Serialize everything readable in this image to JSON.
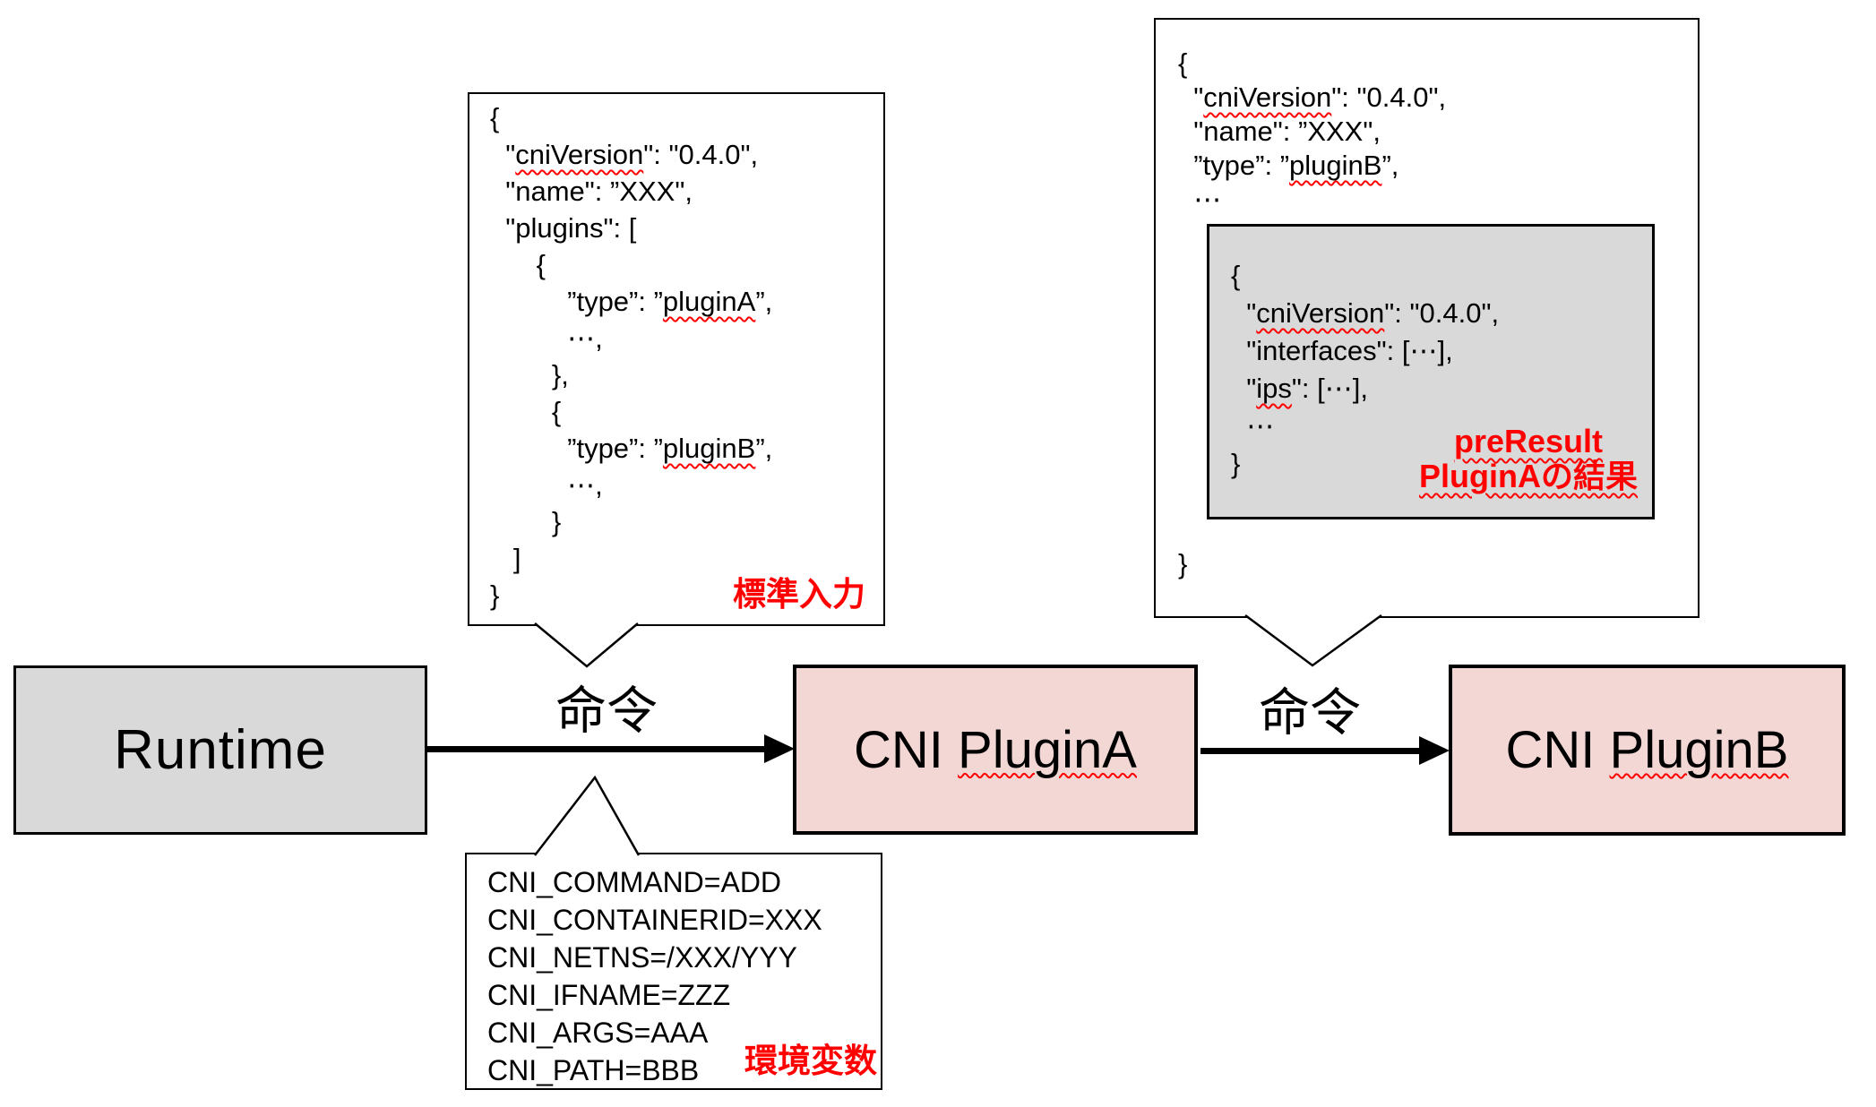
{
  "colors": {
    "node_gray": "#d9d9d9",
    "node_pink": "#f2d7d5",
    "annotation_red": "#ff0000",
    "border_black": "#000000"
  },
  "nodes": {
    "runtime": {
      "label": "Runtime"
    },
    "plugin_a": {
      "label": "CNI PluginA"
    },
    "plugin_b": {
      "label": "CNI PluginB"
    }
  },
  "arrows": {
    "command1_label": "命令",
    "command2_label": "命令"
  },
  "callout_stdin": {
    "tag": "標準入力",
    "lines": [
      "{",
      "  \"cniVersion\": \"0.4.0\",",
      "  \"name\": ”XXX\",",
      "  \"plugins\": [",
      "      {",
      "          ”type”: ”pluginA”,",
      "          ⋯,",
      "        },",
      "        {",
      "          ”type”: ”pluginB”,",
      "          ⋯,",
      "        }",
      "   ]",
      "}"
    ]
  },
  "callout_result": {
    "lines": [
      "{",
      "  \"cniVersion\": \"0.4.0\",",
      "  \"name\": ”XXX\",",
      "  ”type”: ”pluginB”,",
      "  ⋯"
    ],
    "closing": "}",
    "inner": {
      "lines": [
        "{",
        "  \"cniVersion\": \"0.4.0\",",
        "  \"interfaces\": [⋯],",
        "  \"ips\": [⋯],",
        "  ⋯",
        "}"
      ],
      "tag_line1": "preResult",
      "tag_line2": "PluginAの結果"
    }
  },
  "callout_env": {
    "tag": "環境変数",
    "lines": [
      "CNI_COMMAND=ADD",
      "CNI_CONTAINERID=XXX",
      "CNI_NETNS=/XXX/YYY",
      "CNI_IFNAME=ZZZ",
      "CNI_ARGS=AAA",
      "CNI_PATH=BBB"
    ]
  },
  "squiggle_words": [
    "PluginAの結果",
    "cniVersion",
    "preResult",
    "pluginA",
    "pluginB",
    "PluginA",
    "PluginB",
    "ips"
  ]
}
